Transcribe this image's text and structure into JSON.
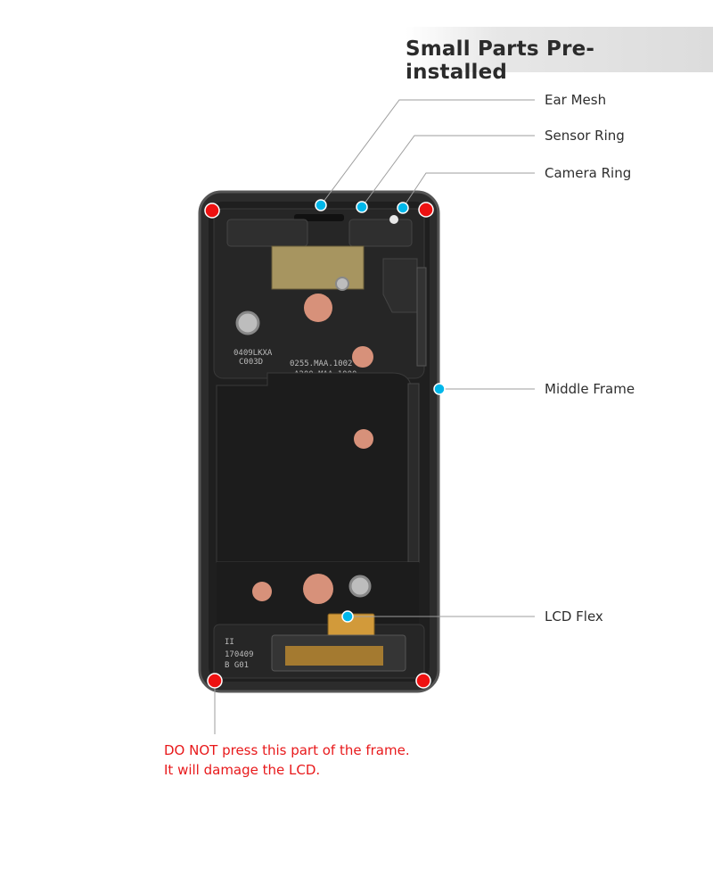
{
  "banner": {
    "title": "Small Parts Pre-installed"
  },
  "callouts": [
    {
      "label": "Ear Mesh"
    },
    {
      "label": "Sensor Ring"
    },
    {
      "label": "Camera Ring"
    },
    {
      "label": "Middle Frame"
    },
    {
      "label": "LCD Flex"
    }
  ],
  "warning": {
    "line1": "DO NOT press this part of the frame.",
    "line2": "It will damage the LCD."
  },
  "colors": {
    "marker_part": "#00b7ea",
    "marker_warning": "#ee1111",
    "warning_text": "#e8191b",
    "frame": "#2a2a2a",
    "copper_pad": "#d7917a"
  }
}
